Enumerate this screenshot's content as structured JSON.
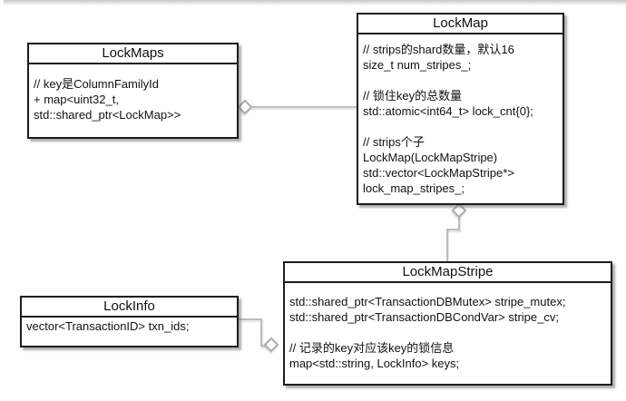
{
  "diagram": {
    "type": "uml-class-diagram",
    "colors": {
      "box_border": "#1c1c1c",
      "box_fill": "#ffffff",
      "connector": "#bdbdbd",
      "text": "#111111",
      "background": "#fefefe"
    },
    "classes": {
      "lockmaps": {
        "title": "LockMaps",
        "lines": [
          "// key是ColumnFamilyId",
          "+ map<uint32_t,",
          "std::shared_ptr<LockMap>>"
        ]
      },
      "lockmap": {
        "title": "LockMap",
        "lines": [
          "// strips的shard数量，默认16",
          "size_t num_stripes_;",
          "",
          "// 锁住key的总数量",
          "std::atomic<int64_t> lock_cnt{0};",
          "",
          "// strips个子",
          "LockMap(LockMapStripe)",
          "std::vector<LockMapStripe*>",
          "lock_map_stripes_;"
        ]
      },
      "lockmapstripe": {
        "title": "LockMapStripe",
        "lines": [
          "std::shared_ptr<TransactionDBMutex> stripe_mutex;",
          "std::shared_ptr<TransactionDBCondVar> stripe_cv;",
          "",
          "// 记录的key对应该key的锁信息",
          "map<std::string, LockInfo> keys;"
        ]
      },
      "lockinfo": {
        "title": "LockInfo",
        "lines": [
          "vector<TransactionID> txn_ids;"
        ]
      }
    },
    "relations": [
      {
        "whole": "LockMaps",
        "part": "LockMap",
        "kind": "aggregation"
      },
      {
        "whole": "LockMap",
        "part": "LockMapStripe",
        "kind": "aggregation"
      },
      {
        "whole": "LockMapStripe",
        "part": "LockInfo",
        "kind": "aggregation"
      }
    ]
  }
}
